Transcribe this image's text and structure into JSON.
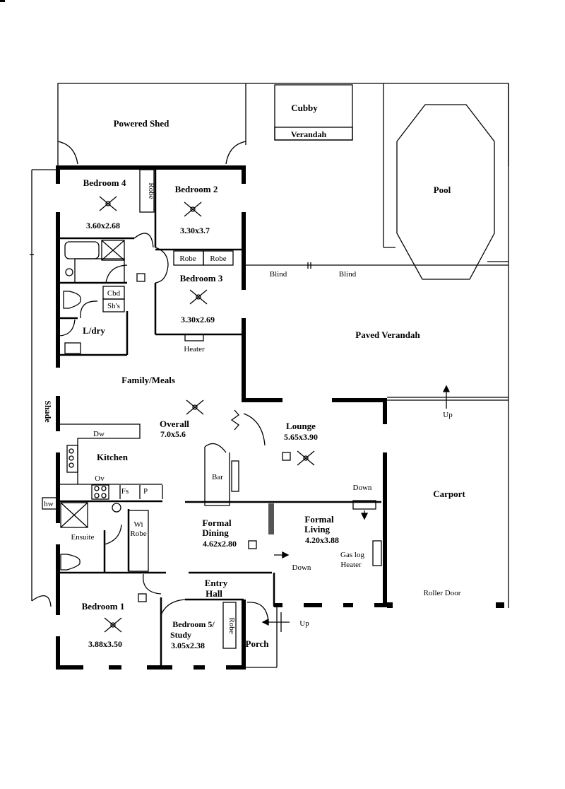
{
  "rooms": {
    "powered_shed": "Powered Shed",
    "cubby": "Cubby",
    "verandah": "Verandah",
    "pool": "Pool",
    "bedroom4": "Bedroom 4",
    "bedroom4_size": "3.60x2.68",
    "bedroom4_robe": "Robe",
    "bedroom2": "Bedroom 2",
    "bedroom2_size": "3.30x3.7",
    "robe_a": "Robe",
    "robe_b": "Robe",
    "bedroom3": "Bedroom 3",
    "bedroom3_size": "3.30x2.69",
    "cbd": "Cbd",
    "shs": "Sh's",
    "ldry": "L/dry",
    "heater": "Heater",
    "blind1": "Blind",
    "blind2": "Blind",
    "paved_verandah": "Paved Verandah",
    "family_meals": "Family/Meals",
    "overall": "Overall",
    "overall_size": "7.0x5.6",
    "shade": "Shade",
    "dw": "Dw",
    "kitchen": "Kitchen",
    "ov": "Ov",
    "fs": "Fs",
    "p": "P",
    "lounge": "Lounge",
    "lounge_size": "5.65x3.90",
    "bar": "Bar",
    "down1": "Down",
    "up1": "Up",
    "carport": "Carport",
    "hw": "hw",
    "ensuite": "Ensuite",
    "wi_robe_1": "Wi",
    "wi_robe_2": "Robe",
    "formal_dining_1": "Formal",
    "formal_dining_2": "Dining",
    "formal_dining_size": "4.62x2.80",
    "formal_living_1": "Formal",
    "formal_living_2": "Living",
    "formal_living_size": "4.20x3.88",
    "gas_log_1": "Gas log",
    "gas_log_2": "Heater",
    "down2": "Down",
    "entry_1": "Entry",
    "entry_2": "Hall",
    "roller_door": "Roller Door",
    "bedroom1": "Bedroom 1",
    "bedroom1_size": "3.88x3.50",
    "bedroom5_1": "Bedroom 5/",
    "bedroom5_2": "Study",
    "bedroom5_size": "3.05x2.38",
    "robe_c": "Robe",
    "porch": "Porch",
    "up2": "Up"
  }
}
